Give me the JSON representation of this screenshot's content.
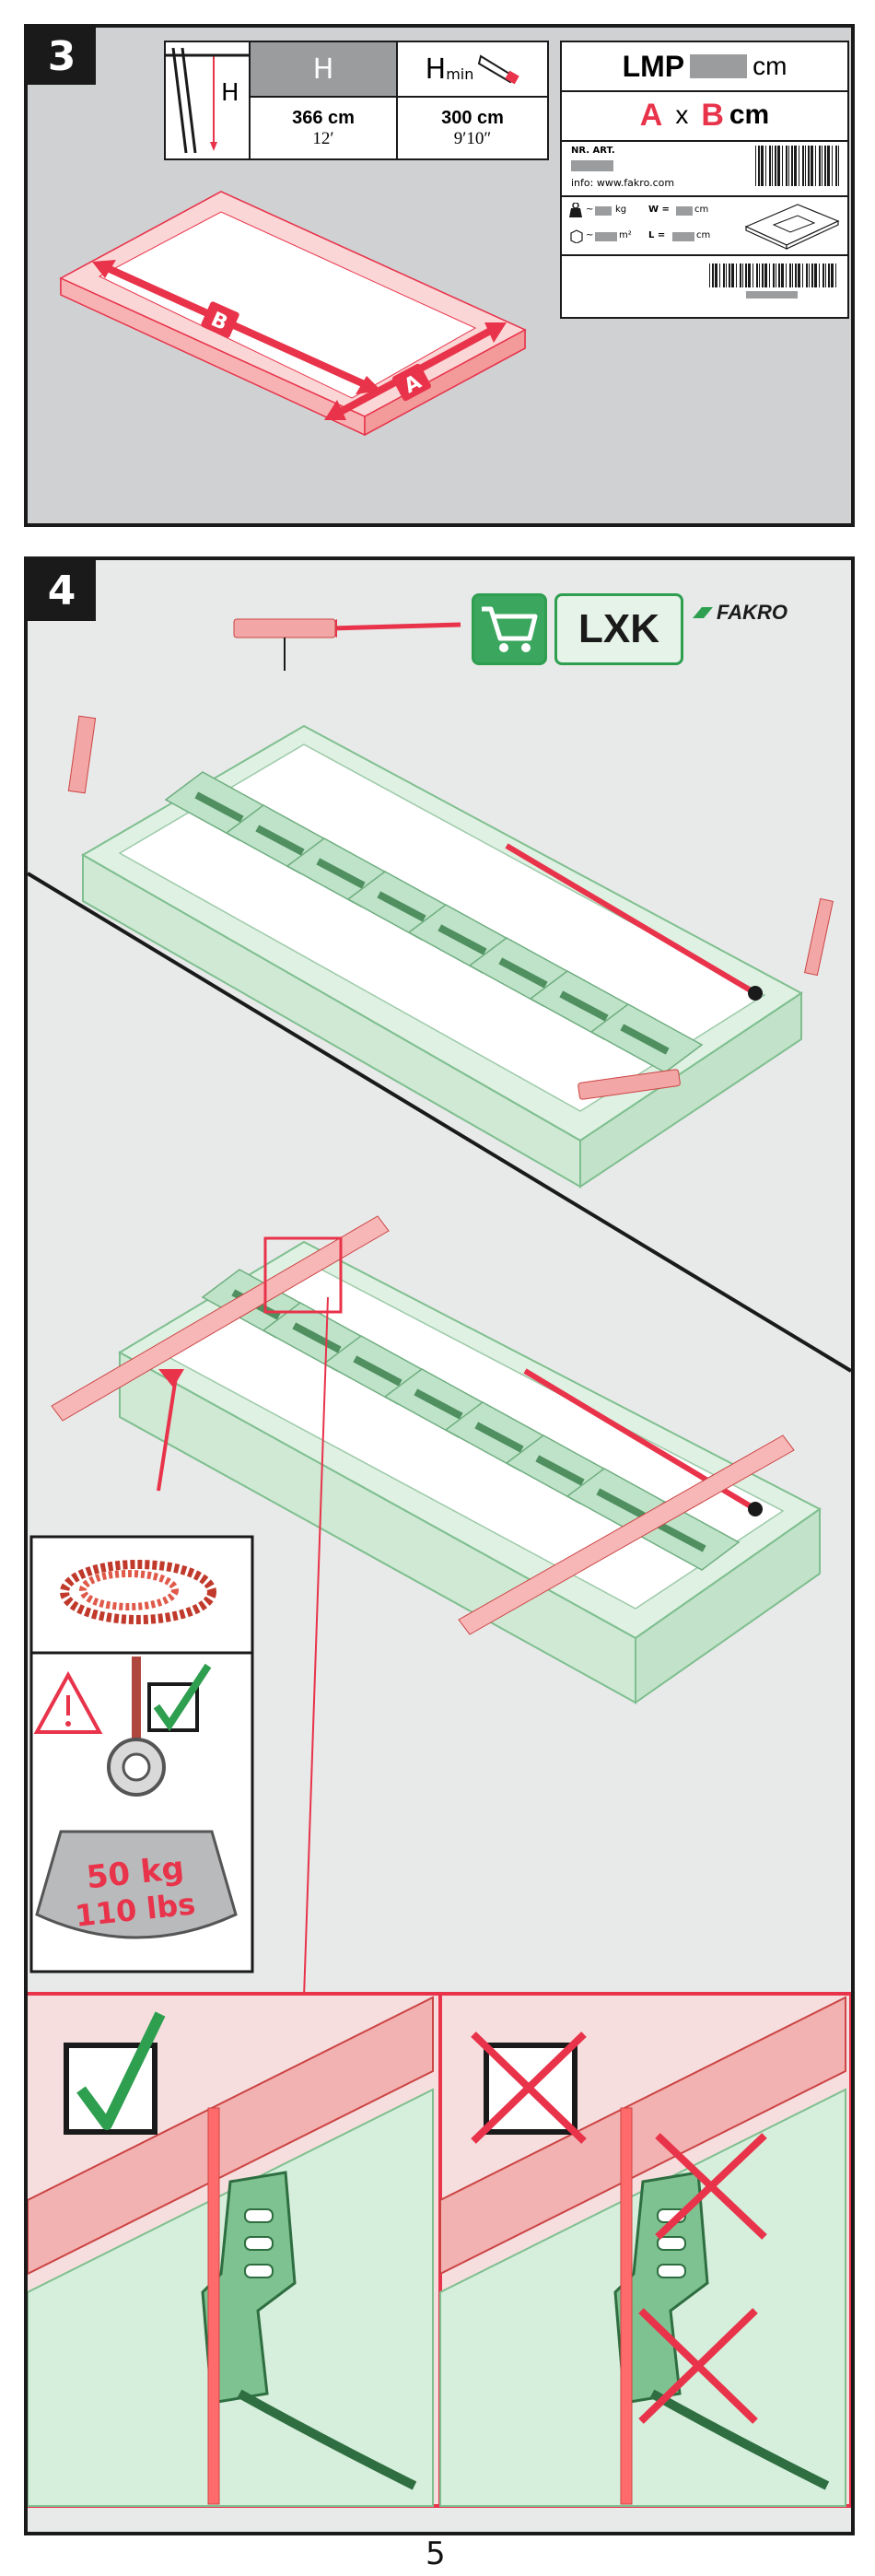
{
  "step3": {
    "number": "3",
    "table": {
      "h_header": "H",
      "hmin_header_main": "H",
      "hmin_header_sub": "min",
      "h_metric": "366 cm",
      "h_imperial": "12′",
      "hmin_metric": "300 cm",
      "hmin_imperial": "9′10″",
      "h_diagram_letter": "H"
    },
    "label": {
      "model": "LMP",
      "unit": "cm",
      "dim_a": "A",
      "dim_x": "x",
      "dim_b": "B",
      "dim_unit": "cm",
      "nr_art": "NR. ART.",
      "info": "info: www.fakro.com",
      "kg": "kg",
      "w": "W =",
      "w_unit": "cm",
      "m2": "m²",
      "l": "L =",
      "l_unit": "cm",
      "approx": "~"
    },
    "opening_labels": {
      "a": "A",
      "b": "B"
    }
  },
  "step4": {
    "number": "4",
    "product_code": "LXK",
    "brand": "FAKRO",
    "weight_metric": "50 kg",
    "weight_imperial": "110 lbs"
  },
  "page_number": "5",
  "colors": {
    "accent_red": "#e8334a",
    "green_fill": "#d6efdc",
    "green_dark": "#2e9e4f",
    "pink_fill": "#fbd3d3",
    "gray_bg": "#cfd1d3",
    "ink": "#1a1a1a"
  }
}
